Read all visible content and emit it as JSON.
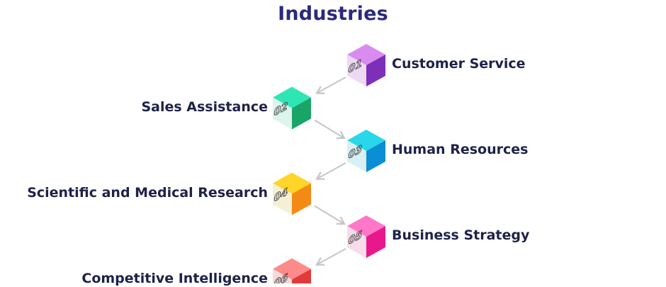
{
  "page": {
    "title": "Industries"
  },
  "steps": [
    {
      "number": "01",
      "label": "Customer Service",
      "side": "right",
      "colors": {
        "top": "#d98cf0",
        "left": "#ecd9f4",
        "right": "#7d2fb8"
      }
    },
    {
      "number": "02",
      "label": "Sales Assistance",
      "side": "left",
      "colors": {
        "top": "#2ee6b4",
        "left": "#dcf4ec",
        "right": "#1aa568"
      }
    },
    {
      "number": "03",
      "label": "Human Resources",
      "side": "right",
      "colors": {
        "top": "#29d7ea",
        "left": "#d8f0f4",
        "right": "#0a8fd4"
      }
    },
    {
      "number": "04",
      "label": "Scientific and Medical Research",
      "side": "left",
      "colors": {
        "top": "#ffd52a",
        "left": "#f5efd6",
        "right": "#f48a14"
      }
    },
    {
      "number": "05",
      "label": "Business Strategy",
      "side": "right",
      "colors": {
        "top": "#ff77c8",
        "left": "#f6dcea",
        "right": "#e8188c"
      }
    },
    {
      "number": "06",
      "label": "Competitive Intelligence",
      "side": "left",
      "colors": {
        "top": "#ff8a8a",
        "left": "#f5dada",
        "right": "#e23a3a"
      }
    }
  ],
  "connector_color": "#c6c6c6"
}
